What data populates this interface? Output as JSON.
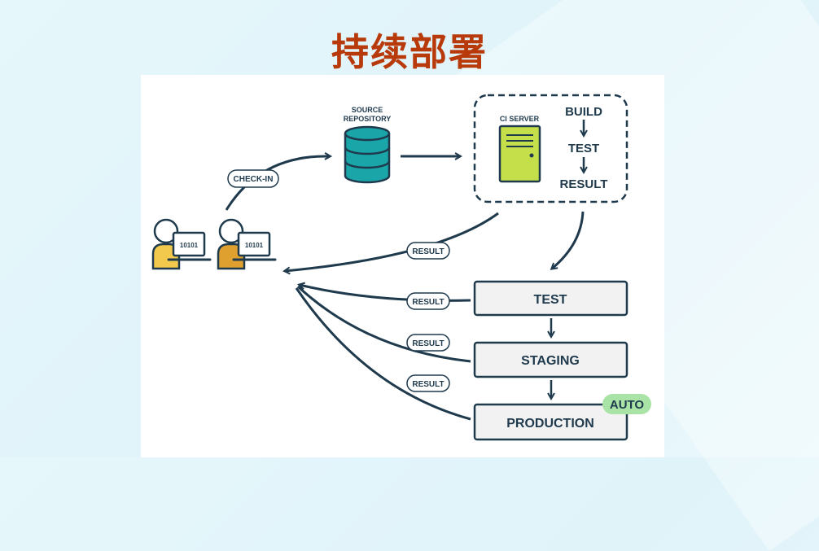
{
  "title": "持续部署",
  "source_repository": {
    "line1": "SOURCE",
    "line2": "REPOSITORY"
  },
  "ci_server": {
    "label": "CI SERVER",
    "steps": [
      "BUILD",
      "TEST",
      "RESULT"
    ]
  },
  "developers": [
    {
      "screen_text": "10101"
    },
    {
      "screen_text": "10101"
    }
  ],
  "edges": {
    "check_in": "CHECK-IN",
    "result_ci": "RESULT",
    "result_test": "RESULT",
    "result_staging": "RESULT",
    "result_production": "RESULT"
  },
  "stages": [
    "TEST",
    "STAGING",
    "PRODUCTION"
  ],
  "auto_badge": "AUTO",
  "colors": {
    "title": "#b83a0b",
    "navy": "#1f3a4d",
    "teal": "#1aa6a8",
    "lime": "#c5df4a",
    "dev1_shirt": "#f2c94c",
    "dev2_shirt": "#e0a030",
    "auto_bg": "#a9e3a5",
    "stage_bg": "#f2f2f2"
  }
}
